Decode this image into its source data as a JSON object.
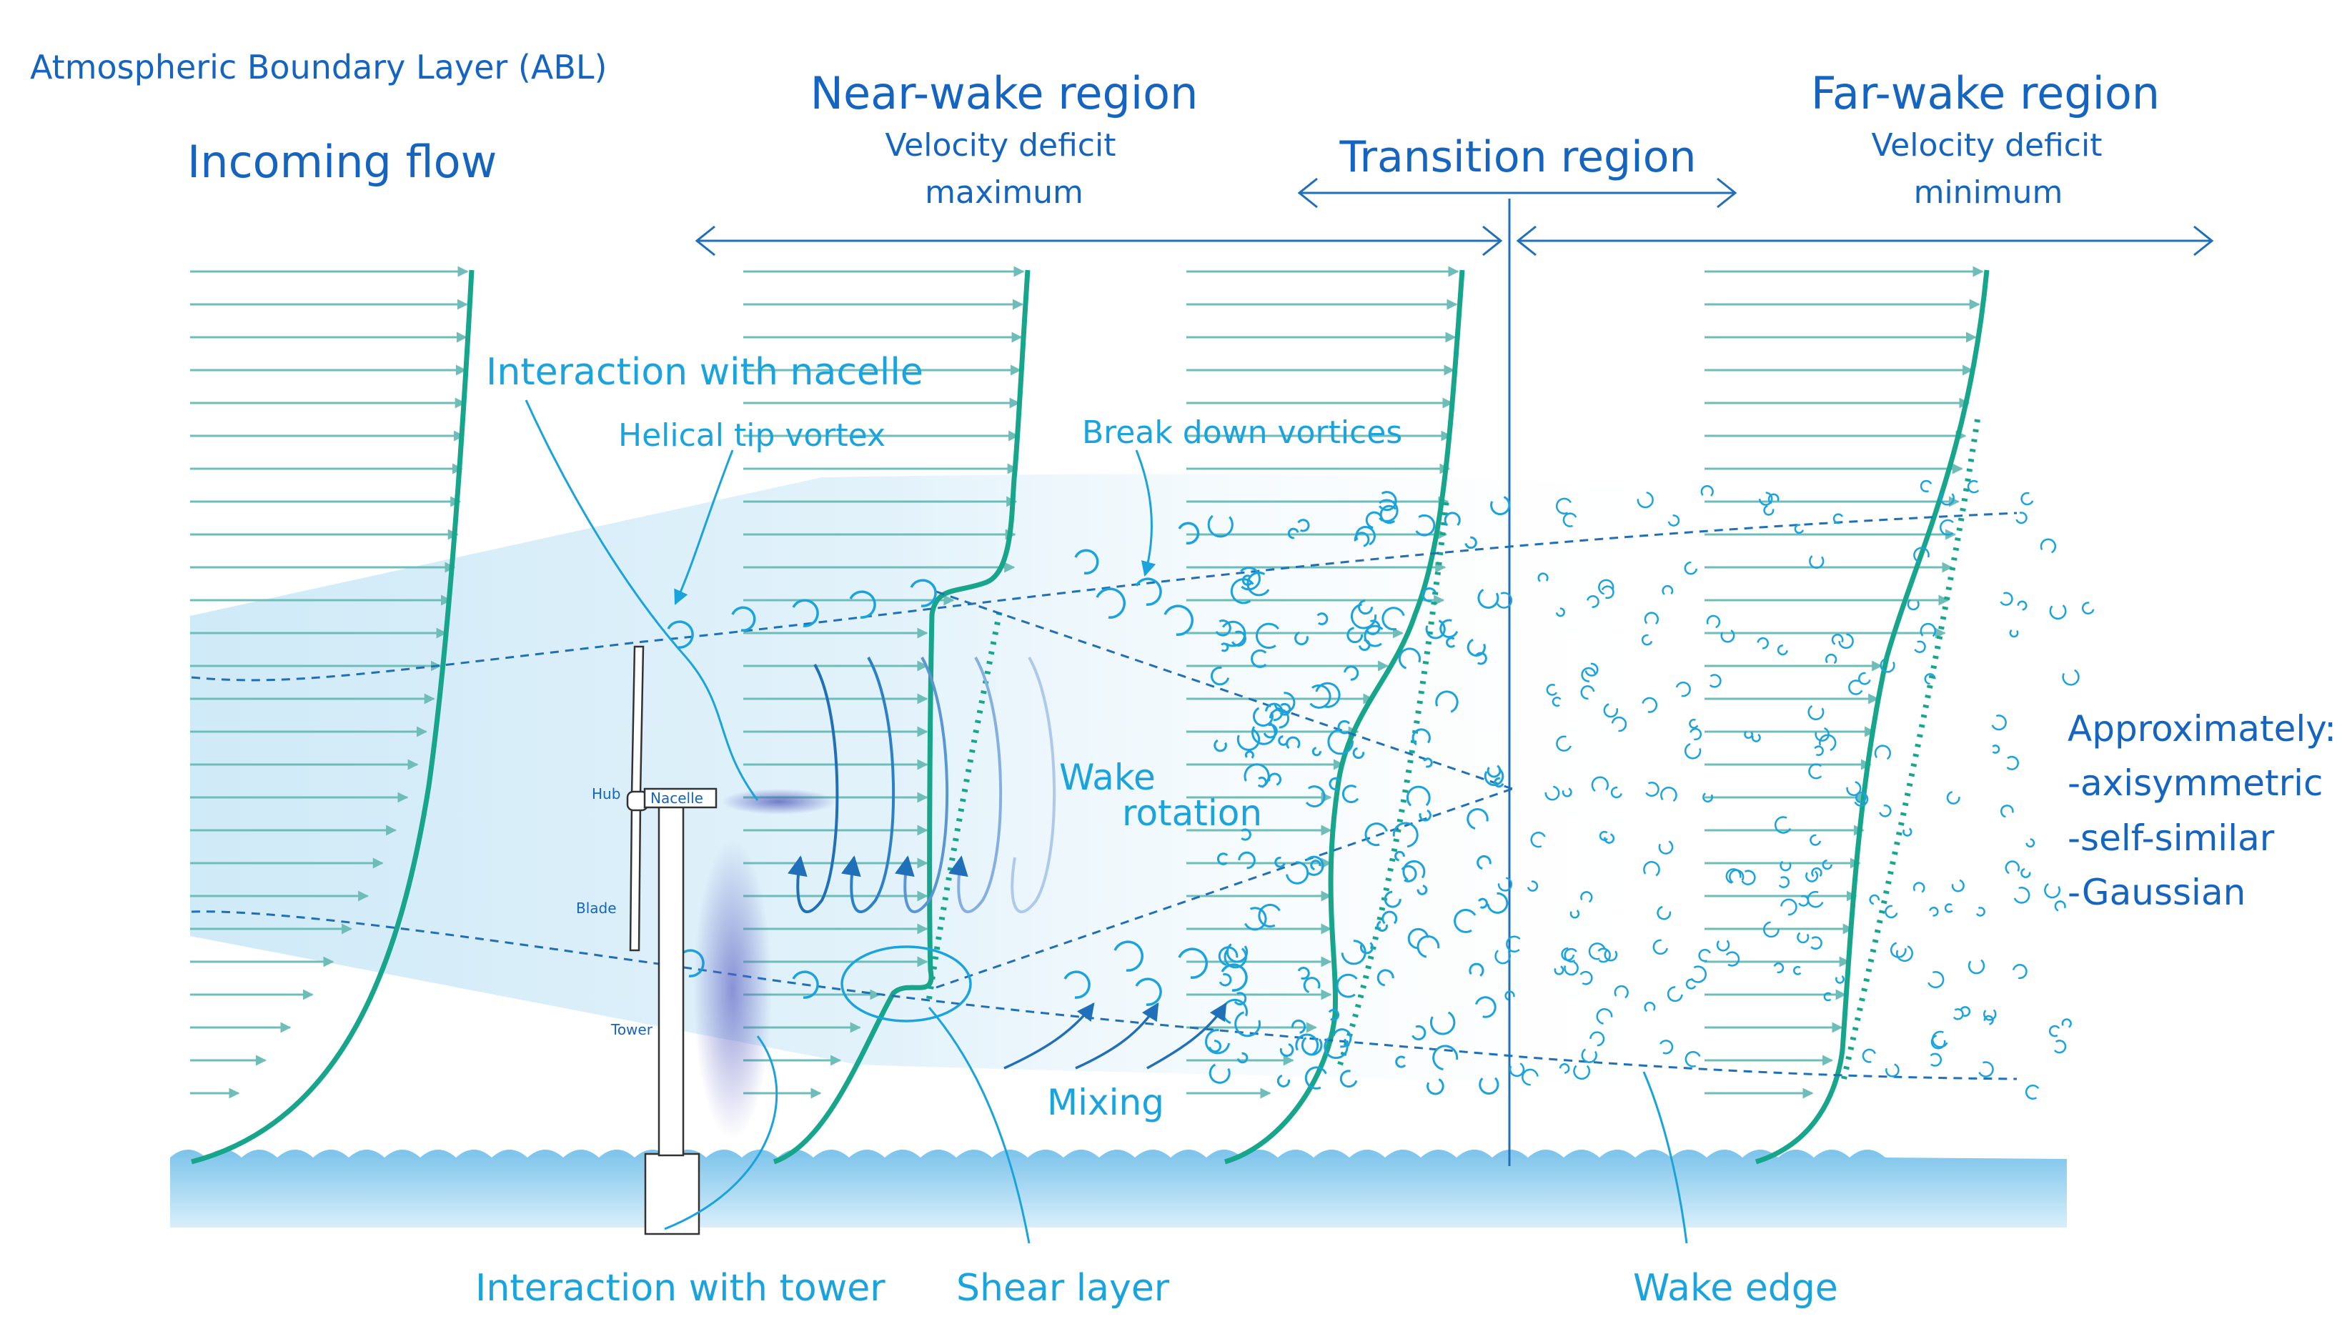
{
  "labels": {
    "abl": "Atmospheric Boundary Layer (ABL)",
    "incoming_flow": "Incoming flow",
    "near_wake_title": "Near-wake region",
    "near_wake_sub1": "Velocity deficit",
    "near_wake_sub2": "maximum",
    "transition": "Transition region",
    "far_wake_title": "Far-wake region",
    "far_wake_sub1": "Velocity deficit",
    "far_wake_sub2": "minimum",
    "interaction_nacelle": "Interaction with nacelle",
    "helical_tip_vortex": "Helical tip vortex",
    "break_down_vortices": "Break down vortices",
    "wake_rotation_1": "Wake",
    "wake_rotation_2": "rotation",
    "mixing": "Mixing",
    "interaction_tower": "Interaction with tower",
    "shear_layer": "Shear layer",
    "wake_edge": "Wake edge",
    "approx_title": "Approximately:",
    "approx_1": "-axisymmetric",
    "approx_2": "-self-similar",
    "approx_3": "-Gaussian",
    "hub": "Hub",
    "nacelle": "Nacelle",
    "blade": "Blade",
    "tower": "Tower"
  },
  "colors": {
    "label_blue": "#1aa3dc",
    "title_blue": "#1565c0",
    "profile_teal": "#17a58c",
    "arrow_teal": "#6fbdb8",
    "wake_fill": "#d6eef9",
    "sea_top": "#cbe8f6",
    "sea_bottom": "#7fc4ea",
    "line_blue": "#1f70b8"
  }
}
